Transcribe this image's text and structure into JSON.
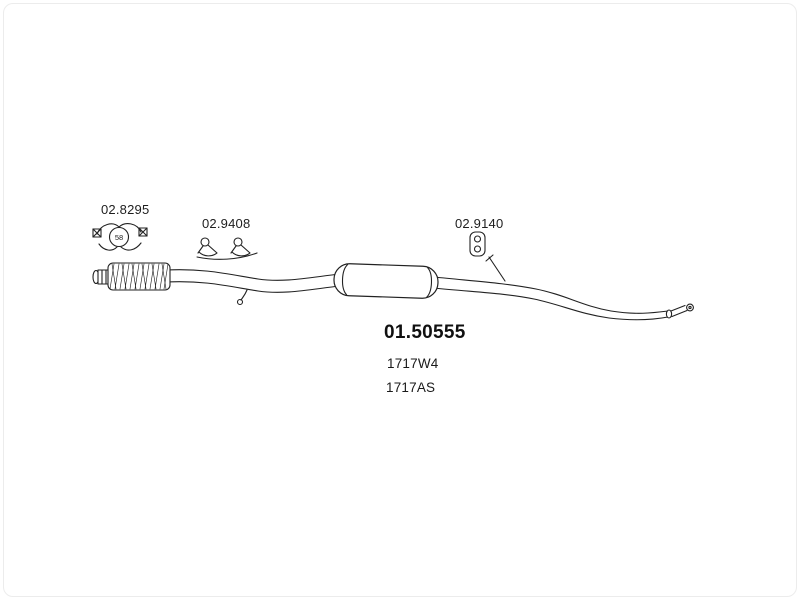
{
  "canvas": {
    "background": "#ffffff",
    "frame_color": "#ececec"
  },
  "colors": {
    "line": "#222222",
    "text": "#1e1e1e"
  },
  "parts": {
    "clamp": {
      "number": "02.8295",
      "size": "58"
    },
    "brackets": {
      "number": "02.9408"
    },
    "hanger": {
      "number": "02.9140"
    }
  },
  "product": {
    "number": "01.50555",
    "refs": [
      "1717W4",
      "1717AS"
    ]
  },
  "icons": {
    "clamp": "clamp-icon",
    "brackets": "bracket-pair-icon",
    "hanger": "hanger-icon"
  }
}
